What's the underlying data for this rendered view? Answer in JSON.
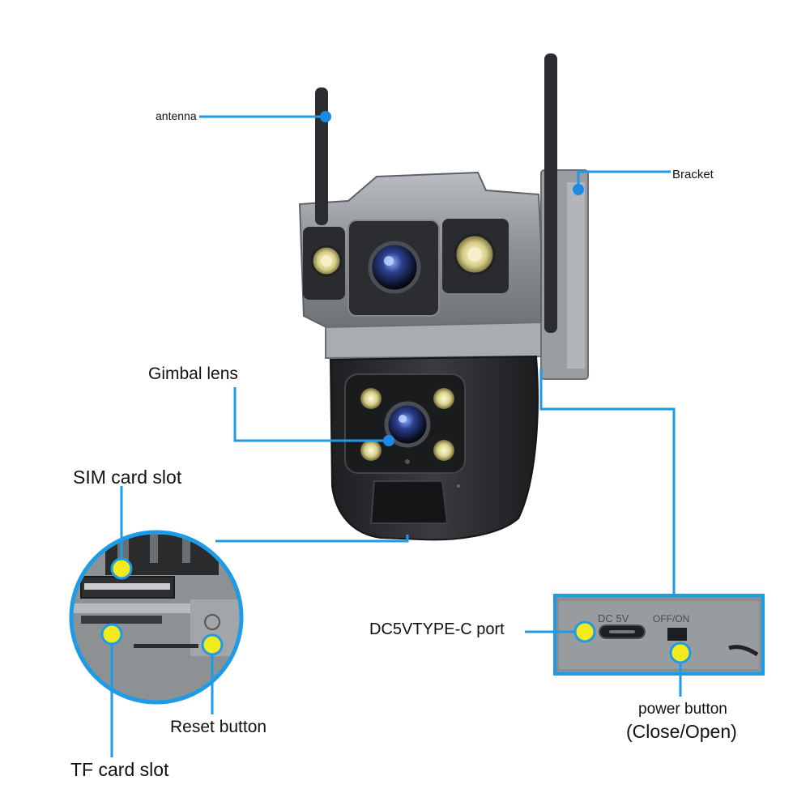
{
  "labels": {
    "antenna": "antenna",
    "bracket": "Bracket",
    "gimbal_lens": "Gimbal lens",
    "sim_card_slot": "SIM card slot",
    "dc_port": "DC5VTYPE-C port",
    "reset_button": "Reset button",
    "tf_card_slot": "TF card slot",
    "power_button": "power button",
    "power_button_state": "(Close/Open)"
  },
  "device_marks": {
    "dc_5v": "DC 5V",
    "off_on": "OFF/ON"
  },
  "colors": {
    "callout_line": "#1e9be6",
    "marker_yellow": "#f3ea1c",
    "marker_blue": "#1e88e5",
    "camera_silver": "#8e9296",
    "camera_dark": "#2a2b2e"
  }
}
